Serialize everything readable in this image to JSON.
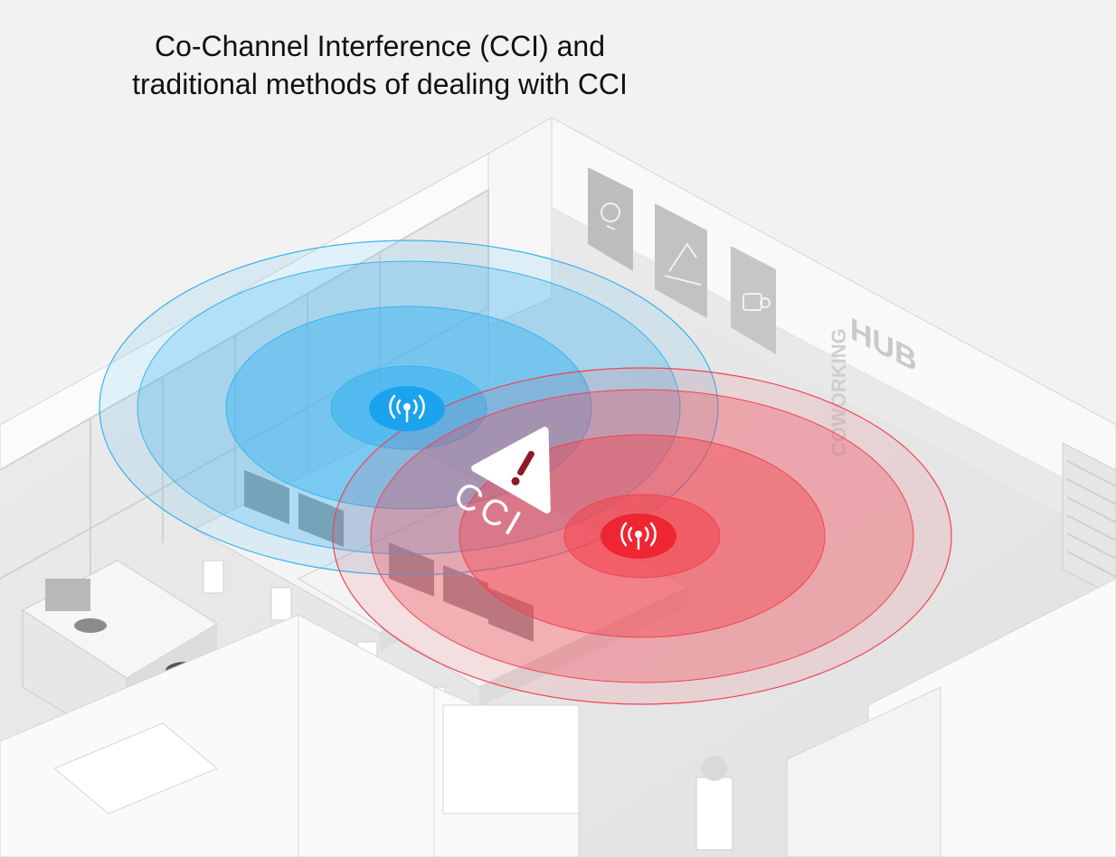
{
  "title": {
    "line1": "Co-Channel Interference (CCI) and",
    "line2": "traditional methods of dealing with CCI"
  },
  "scene": {
    "sign_word_1": "HUB",
    "sign_word_2": "COWORKING",
    "warning_label": "CCI"
  },
  "access_points": [
    {
      "name": "blue-access-point",
      "color": "#2aa8ef",
      "icon": "wifi-antenna-icon"
    },
    {
      "name": "red-access-point",
      "color": "#ef2b3a",
      "icon": "wifi-antenna-icon"
    }
  ],
  "colors": {
    "blue_coverage": "#39b3f2",
    "red_coverage": "#f2434f",
    "background": "#f2f2f2"
  }
}
